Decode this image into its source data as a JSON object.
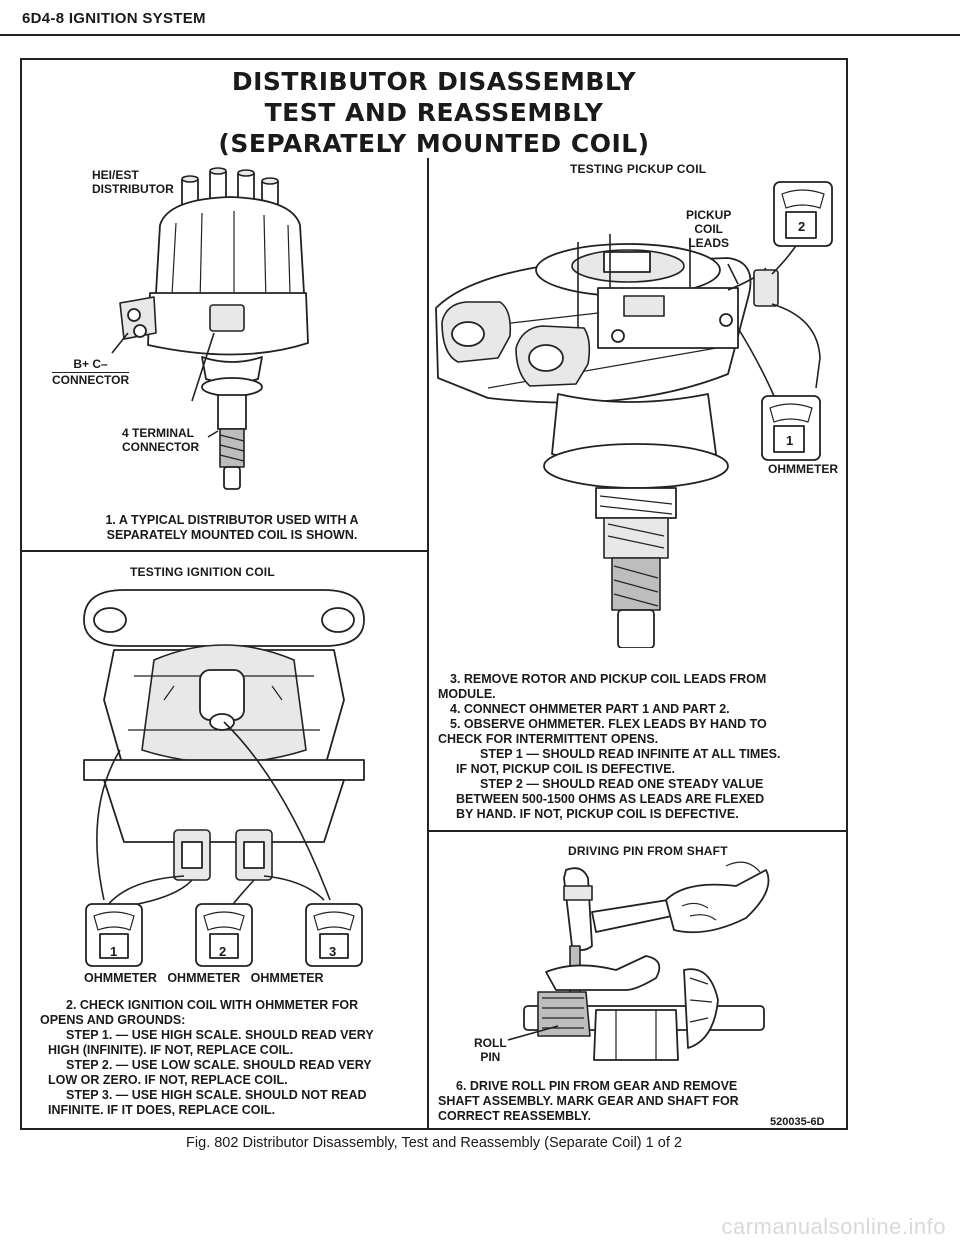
{
  "header": {
    "section_title": "6D4-8  IGNITION SYSTEM"
  },
  "title": {
    "line1": "DISTRIBUTOR DISASSEMBLY",
    "line2": "TEST AND REASSEMBLY",
    "line3": "(SEPARATELY MOUNTED COIL)"
  },
  "panel1": {
    "label_hei_1": "HEI/EST",
    "label_hei_2": "DISTRIBUTOR",
    "label_bc": "B+  C–",
    "label_bc_2": "CONNECTOR",
    "label_term_1": "4 TERMINAL",
    "label_term_2": "CONNECTOR",
    "caption_1": "1. A TYPICAL DISTRIBUTOR USED WITH A",
    "caption_2": "SEPARATELY MOUNTED COIL IS SHOWN."
  },
  "panel2": {
    "title": "TESTING PICKUP COIL",
    "label_pickup_1": "PICKUP",
    "label_pickup_2": "COIL",
    "label_pickup_3": "LEADS",
    "meter_top_num": "2",
    "meter_bottom_num": "1",
    "label_ohmmeter": "OHMMETER",
    "caption": [
      "3. REMOVE ROTOR AND PICKUP COIL LEADS FROM",
      "MODULE.",
      "4. CONNECT OHMMETER PART 1 AND PART 2.",
      "5. OBSERVE OHMMETER. FLEX LEADS BY HAND TO",
      "CHECK FOR INTERMITTENT OPENS.",
      "STEP 1 — SHOULD READ INFINITE AT ALL TIMES.",
      "IF NOT, PICKUP COIL IS DEFECTIVE.",
      "STEP 2 — SHOULD READ ONE STEADY VALUE",
      "BETWEEN 500-1500 OHMS AS LEADS ARE FLEXED",
      "BY HAND. IF NOT, PICKUP COIL IS DEFECTIVE."
    ]
  },
  "panel3": {
    "title": "TESTING IGNITION COIL",
    "meter_nums": [
      "1",
      "2",
      "3"
    ],
    "meter_labels": "OHMMETER   OHMMETER   OHMMETER",
    "caption": [
      "2. CHECK IGNITION COIL WITH OHMMETER FOR",
      "OPENS AND GROUNDS:",
      "STEP 1. — USE HIGH SCALE. SHOULD READ VERY",
      "HIGH (INFINITE). IF NOT, REPLACE COIL.",
      "STEP 2. — USE LOW SCALE. SHOULD READ VERY",
      "LOW OR ZERO. IF NOT, REPLACE COIL.",
      "STEP 3. — USE HIGH SCALE. SHOULD NOT READ",
      "INFINITE. IF IT DOES, REPLACE COIL."
    ]
  },
  "panel4": {
    "title": "DRIVING PIN FROM SHAFT",
    "label_roll_1": "ROLL",
    "label_roll_2": "PIN",
    "caption": [
      "6. DRIVE ROLL PIN FROM GEAR AND REMOVE",
      "SHAFT ASSEMBLY. MARK GEAR AND SHAFT FOR",
      "CORRECT REASSEMBLY."
    ]
  },
  "part_number": "520035-6D",
  "figure_caption": "Fig. 802 Distributor Disassembly, Test and Reassembly (Separate Coil) 1 of 2",
  "watermark": "carmanualsonline.info"
}
